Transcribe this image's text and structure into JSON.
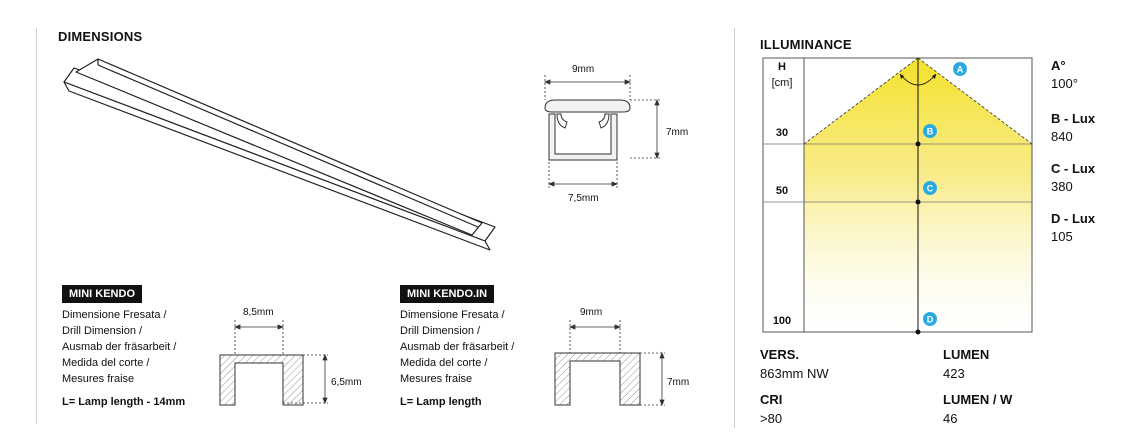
{
  "dimensions": {
    "title": "DIMENSIONS",
    "profile_width": "9mm",
    "profile_height": "7mm",
    "profile_inner_width": "7,5mm"
  },
  "mini_kendo": {
    "badge": "MINI KENDO",
    "desc": [
      "Dimensione Fresata /",
      "Drill Dimension /",
      "Ausmab der fräsarbeit /",
      "Medida del corte /",
      "Mesures fraise"
    ],
    "lamp": "L= Lamp length - 14mm",
    "width": "8,5mm",
    "height": "6,5mm"
  },
  "mini_kendo_in": {
    "badge": "MINI KENDO.IN",
    "desc": [
      "Dimensione Fresata /",
      "Drill Dimension /",
      "Ausmab der fräsarbeit /",
      "Medida del corte /",
      "Mesures fraise"
    ],
    "lamp": "L= Lamp length",
    "width": "9mm",
    "height": "7mm"
  },
  "illuminance": {
    "title": "ILLUMINANCE",
    "h_label": "H",
    "h_unit": "[cm]",
    "heights": [
      "30",
      "50",
      "100"
    ],
    "markers": [
      "A",
      "B",
      "C",
      "D"
    ],
    "accent_color": "#29abe2",
    "light_color": "#f5e12a",
    "values": [
      {
        "label": "A°",
        "value": "100°"
      },
      {
        "label": "B - Lux",
        "value": "840"
      },
      {
        "label": "C - Lux",
        "value": "380"
      },
      {
        "label": "D - Lux",
        "value": "105"
      }
    ]
  },
  "specs": [
    {
      "label": "VERS.",
      "value": "863mm NW"
    },
    {
      "label": "LUMEN",
      "value": "423"
    },
    {
      "label": "CRI",
      "value": ">80"
    },
    {
      "label": "LUMEN / W",
      "value": "46"
    }
  ]
}
